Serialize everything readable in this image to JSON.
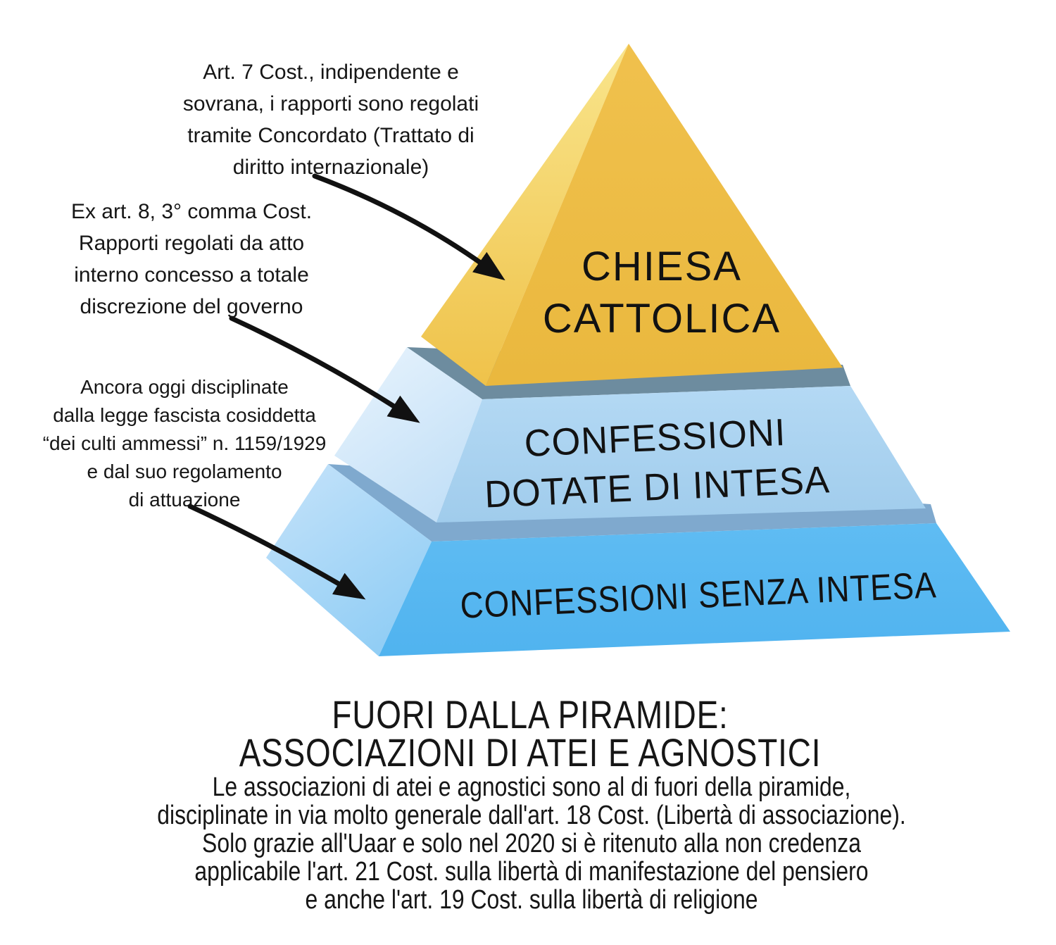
{
  "palette": {
    "background": "#ffffff",
    "text": "#161616",
    "arrow": "#111111",
    "gold_front_top": "#F0C14D",
    "gold_front_bottom": "#EAB83E",
    "gold_left_top": "#F9E58C",
    "gold_left_bottom": "#EFC24A",
    "slate_band_top": "#6D8C9F",
    "mid_front_top": "#B4D9F4",
    "mid_front_bottom": "#A0CCEC",
    "mid_left_top": "#E9F4FD",
    "mid_left_bottom": "#C3E0F7",
    "slate_band_bottom": "#7FA9CE",
    "bottom_front_top": "#5FBCF3",
    "bottom_front_bottom": "#50B3EF",
    "bottom_left_top": "#C6E3FA",
    "bottom_left_bottom": "#92CEF5"
  },
  "annotations": [
    {
      "lines": [
        "Art. 7 Cost., indipendente e",
        "sovrana, i rapporti sono regolati",
        "tramite Concordato (Trattato di",
        "diritto internazionale)"
      ]
    },
    {
      "lines": [
        "Ex art. 8, 3° comma Cost.",
        "Rapporti regolati da atto",
        "interno concesso a totale",
        "discrezione del governo"
      ]
    },
    {
      "lines": [
        "Ancora oggi disciplinate",
        "dalla legge fascista cosiddetta",
        "“dei culti ammessi” n. 1159/1929",
        "e dal suo regolamento",
        "di attuazione"
      ]
    }
  ],
  "pyramid": {
    "tiers": [
      {
        "name": "chiesa-cattolica",
        "lines": [
          "CHIESA",
          "CATTOLICA"
        ],
        "front_color": "#ECBC45"
      },
      {
        "name": "confessioni-dotate-di-intesa",
        "lines": [
          "CONFESSIONI",
          "DOTATE DI INTESA"
        ],
        "front_color": "#A9D2F0"
      },
      {
        "name": "confessioni-senza-intesa",
        "lines": [
          "CONFESSIONI SENZA INTESA"
        ],
        "front_color": "#58B9F2"
      }
    ]
  },
  "footer": {
    "title_lines": [
      "FUORI DALLA PIRAMIDE:",
      "ASSOCIAZIONI DI ATEI E AGNOSTICI"
    ],
    "body_lines": [
      "Le associazioni di atei e agnostici sono al di fuori della piramide,",
      "disciplinate in via molto generale dall'art. 18 Cost. (Libertà di associazione).",
      "Solo grazie all'Uaar e solo nel 2020 si è ritenuto alla non credenza",
      "applicabile l'art. 21 Cost. sulla libertà di manifestazione del pensiero",
      "e anche l'art. 19 Cost. sulla libertà di religione"
    ]
  }
}
